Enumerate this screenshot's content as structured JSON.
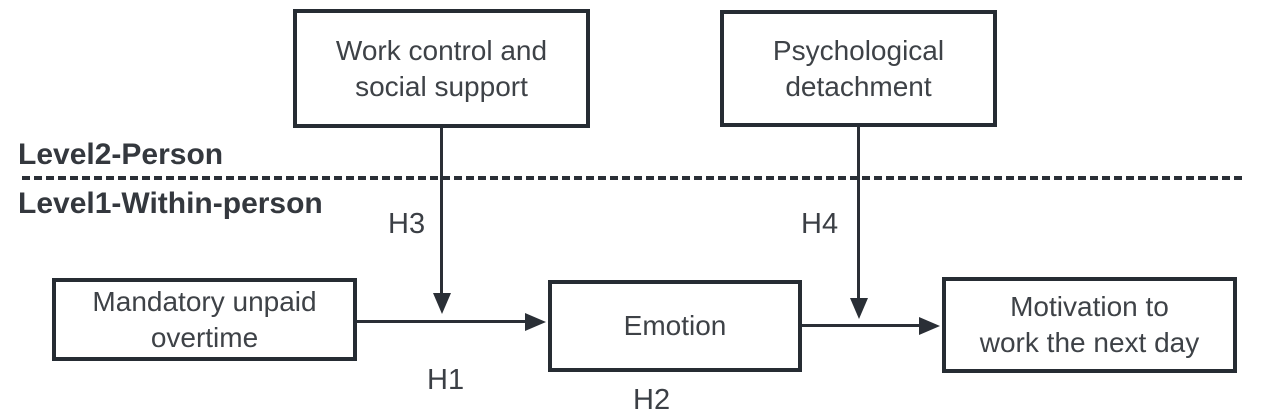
{
  "diagram": {
    "title_implicit": "Multilevel hypothesis model",
    "levels": {
      "level2_label": "Level2-Person",
      "level1_label": "Level1-Within-person"
    },
    "nodes": {
      "work_control": {
        "label": "Work control and\nsocial support"
      },
      "psychological_detachment": {
        "label": "Psychological\ndetachment"
      },
      "mandatory_overtime": {
        "label": "Mandatory unpaid\novertime"
      },
      "emotion": {
        "label": "Emotion"
      },
      "motivation": {
        "label": "Motivation to\nwork the next day"
      }
    },
    "hypotheses": {
      "h1": "H1",
      "h2": "H2",
      "h3": "H3",
      "h4": "H4"
    },
    "edges": [
      {
        "from": "mandatory_overtime",
        "to": "emotion",
        "label": "H1",
        "type": "solid-arrow"
      },
      {
        "from": "emotion",
        "to": "motivation",
        "label": "H2",
        "type": "solid-arrow"
      },
      {
        "from": "work_control",
        "to": "h1-path",
        "label": "H3",
        "type": "solid-arrow"
      },
      {
        "from": "psychological_detachment",
        "to": "h2-path",
        "label": "H4",
        "type": "solid-arrow"
      }
    ],
    "colors": {
      "background": "#ffffff",
      "box_border": "#262c33",
      "line": "#2a2f36",
      "text": "#3e4247",
      "level_label_text": "#34383e"
    }
  }
}
